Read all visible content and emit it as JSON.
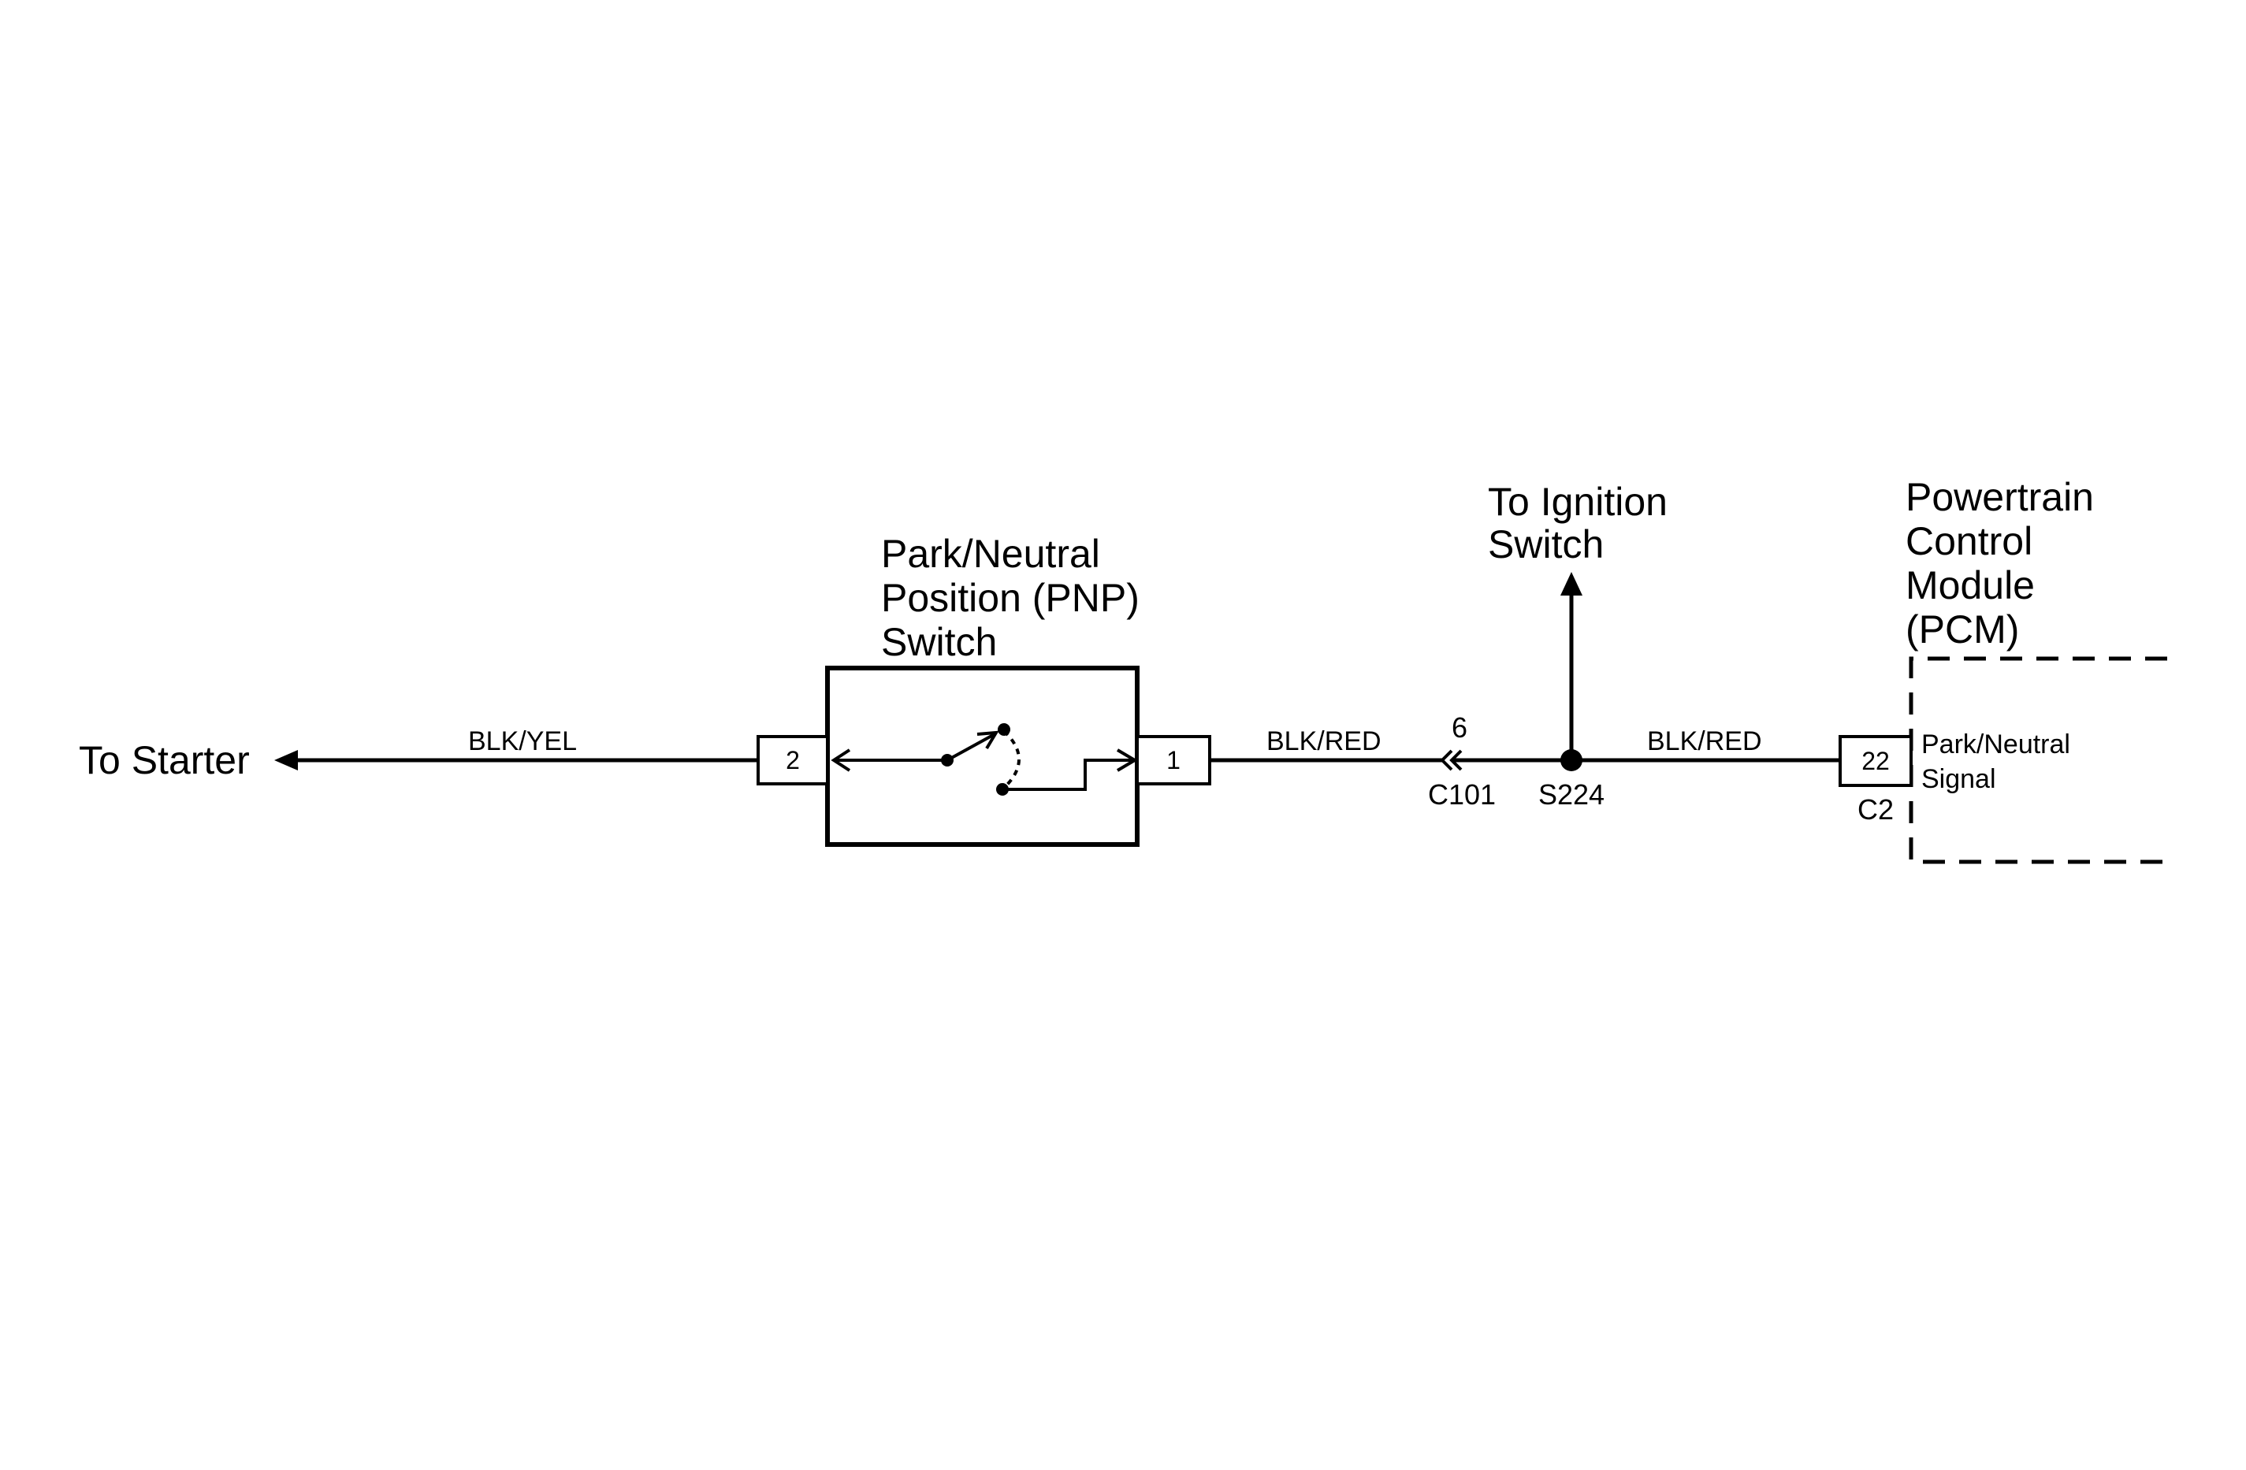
{
  "colors": {
    "ink": "#000000",
    "background": "#ffffff"
  },
  "labels": {
    "to_starter": "To Starter",
    "wire_left": "BLK/YEL",
    "pnp_switch": [
      "Park/Neutral",
      "Position (PNP)",
      "Switch"
    ],
    "pin_left": "2",
    "pin_right": "1",
    "wire_mid": "BLK/RED",
    "connector_pin": "6",
    "connector_name": "C101",
    "to_ignition": [
      "To Ignition",
      "Switch"
    ],
    "splice": "S224",
    "wire_right": "BLK/RED",
    "pcm": [
      "Powertrain",
      "Control",
      "Module",
      "(PCM)"
    ],
    "pcm_pin": "22",
    "pcm_connector": "C2",
    "pcm_signal": [
      "Park/Neutral",
      "Signal"
    ]
  }
}
